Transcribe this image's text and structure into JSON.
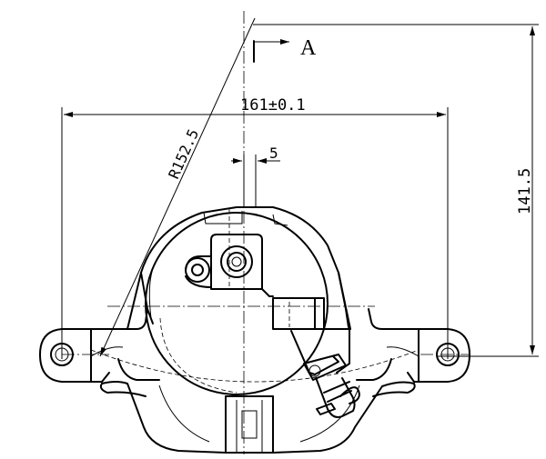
{
  "drawing": {
    "view_label": "A",
    "dimensions": {
      "width": "161±0.1",
      "height": "141.5",
      "radius": "R152.5",
      "offset": "5"
    }
  }
}
